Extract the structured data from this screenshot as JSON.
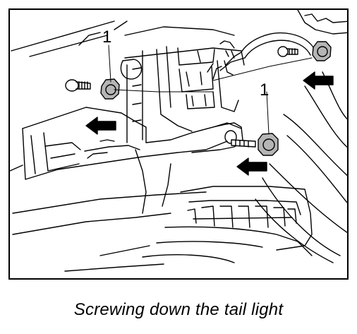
{
  "figure": {
    "callouts": [
      "1",
      "1"
    ],
    "caption": "Screwing down the tail light",
    "colors": {
      "line": "#000000",
      "nut_fill": "#b5b5b5",
      "arrow_fill": "#000000",
      "background": "#ffffff"
    },
    "icons": [
      "hex-nut",
      "bolt",
      "arrow"
    ]
  }
}
